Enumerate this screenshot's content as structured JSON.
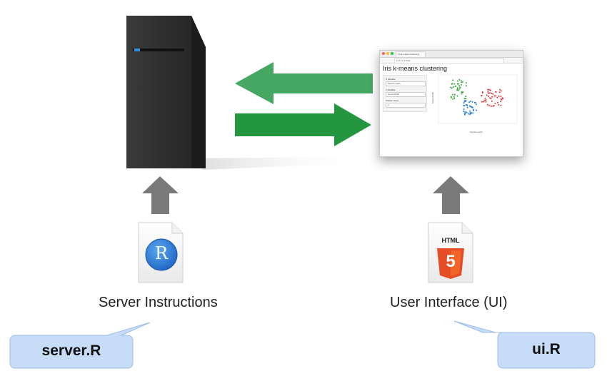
{
  "captions": {
    "server": "Server Instructions",
    "ui": "User Interface (UI)"
  },
  "callouts": {
    "server_file": "server.R",
    "ui_file": "ui.R"
  },
  "file_icons": {
    "r_file_letter": "R",
    "html_label": "HTML",
    "html_number": "5"
  },
  "browser": {
    "tab_title": "Iris k-means clustering",
    "url": "127.0.0.1:5111",
    "app_title": "Iris k-means clustering",
    "x_variable_label": "X Variable",
    "x_variable_value": "Sepal.Length",
    "y_variable_label": "Y Variable",
    "y_variable_value": "Sepal.Width",
    "cluster_count_label": "Cluster count",
    "cluster_count_value": "3",
    "x_axis_label": "Sepal.Length",
    "y_axis_label": "Sepal.Width",
    "cluster_colors": [
      "#3aa63a",
      "#2f7fcf",
      "#d93a3a"
    ]
  },
  "colors": {
    "arrow_green_light": "#46a762",
    "arrow_green_dark": "#23963f",
    "up_arrow_gray": "#7a7a7a",
    "bubble_fill": "#c6dcf7",
    "bubble_stroke": "#9fbde6",
    "server_body": "#2b2b2b",
    "server_light": "#2e8fde"
  },
  "icons": [
    "server-tower-icon",
    "r-file-icon",
    "html5-file-icon",
    "arrow-left-icon",
    "arrow-right-icon",
    "arrow-up-icon"
  ]
}
